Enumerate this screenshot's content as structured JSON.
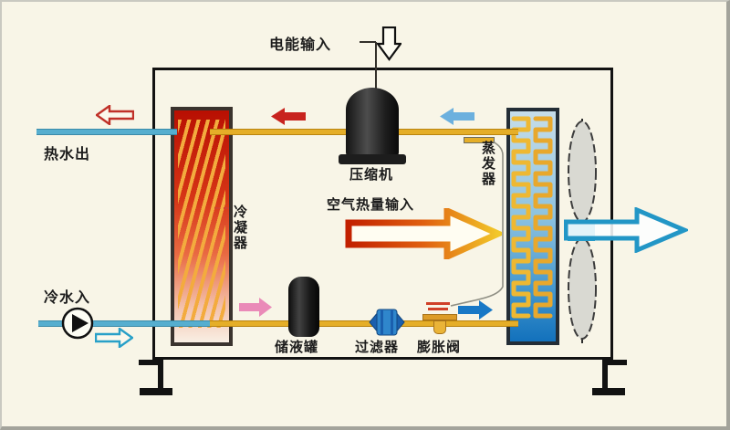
{
  "diagram": {
    "labels": {
      "electric_input": "电能输入",
      "hot_water_out": "热水出",
      "cold_water_in": "冷水入",
      "air_heat_input": "空气热量输入"
    },
    "components": {
      "compressor": "压缩机",
      "condenser": "冷凝器",
      "evaporator": "蒸发器",
      "liquid_receiver": "储液罐",
      "filter": "过滤器",
      "expansion_valve": "膨胀阀"
    },
    "colors": {
      "background": "#f8f5e7",
      "enclosure_border": "#121212",
      "refrigerant_pipe": "#e5ae28",
      "water_pipe": "#56aecf",
      "condenser_hot": "#b80f02",
      "evaporator_cool": "#1271bc",
      "hot_gas_arrow": "#c8231e",
      "suction_arrow": "#6cb0de",
      "liquid_arrow": "#ea8ab8",
      "expansion_out_arrow": "#1878c6",
      "air_flow_arrow": "#2296c6",
      "heat_arrow_gradient": "#c22000 → #f2c829"
    }
  }
}
